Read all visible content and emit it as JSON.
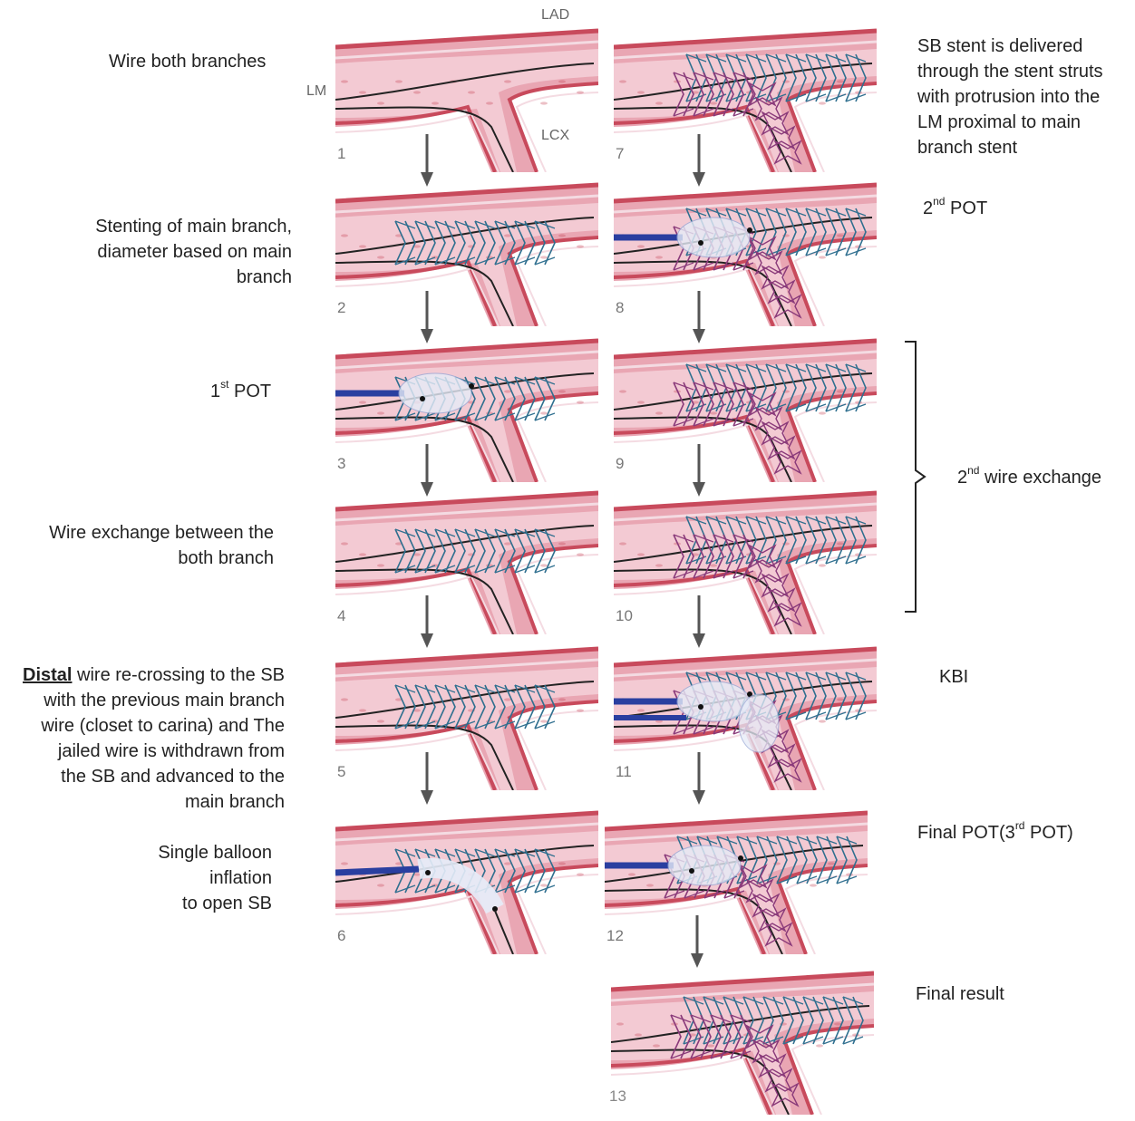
{
  "anatomy": {
    "lad": "LAD",
    "lm": "LM",
    "lcx": "LCX"
  },
  "steps": [
    {
      "num": "1",
      "text": [
        "Wire both branches"
      ]
    },
    {
      "num": "2",
      "text": [
        "Stenting of main branch,",
        "diameter based on main",
        "branch"
      ]
    },
    {
      "num": "3",
      "text_prefix": "1",
      "text_sup": "st",
      "text_suffix": " POT"
    },
    {
      "num": "4",
      "text": [
        "Wire exchange between the",
        "both branch"
      ]
    },
    {
      "num": "5",
      "text_bold": "Distal",
      "text_first_rest": " wire re-crossing to the SB",
      "text": [
        "with the previous main branch",
        "wire (closet to carina) and The",
        "jailed wire is withdrawn from",
        "the SB and advanced to the",
        "main branch"
      ]
    },
    {
      "num": "6",
      "text": [
        "Single balloon",
        "inflation",
        "to open SB"
      ]
    },
    {
      "num": "7",
      "text": [
        "SB stent is delivered",
        "through the stent struts",
        "with protrusion into the",
        "LM proximal to main",
        "branch stent"
      ]
    },
    {
      "num": "8",
      "text_prefix": "2",
      "text_sup": "nd",
      "text_suffix": " POT"
    },
    {
      "num": "9"
    },
    {
      "num": "10"
    },
    {
      "num": "11",
      "text": [
        "KBI"
      ]
    },
    {
      "num": "12",
      "text_prefix": "Final POT(3",
      "text_sup": "rd",
      "text_suffix": " POT)"
    },
    {
      "num": "13",
      "text": [
        "Final result"
      ]
    }
  ],
  "bracket_label": {
    "prefix": "2",
    "sup": "nd",
    "suffix": " wire exchange"
  },
  "colors": {
    "vessel_wall": "#c84a5c",
    "vessel_tissue": "#e9a6b3",
    "lumen": "#f6d6dd",
    "stent_blue": "#2f6f8f",
    "stent_purple": "#8a3a7a",
    "balloon": "#2a3fa0",
    "arrow": "#555555"
  }
}
